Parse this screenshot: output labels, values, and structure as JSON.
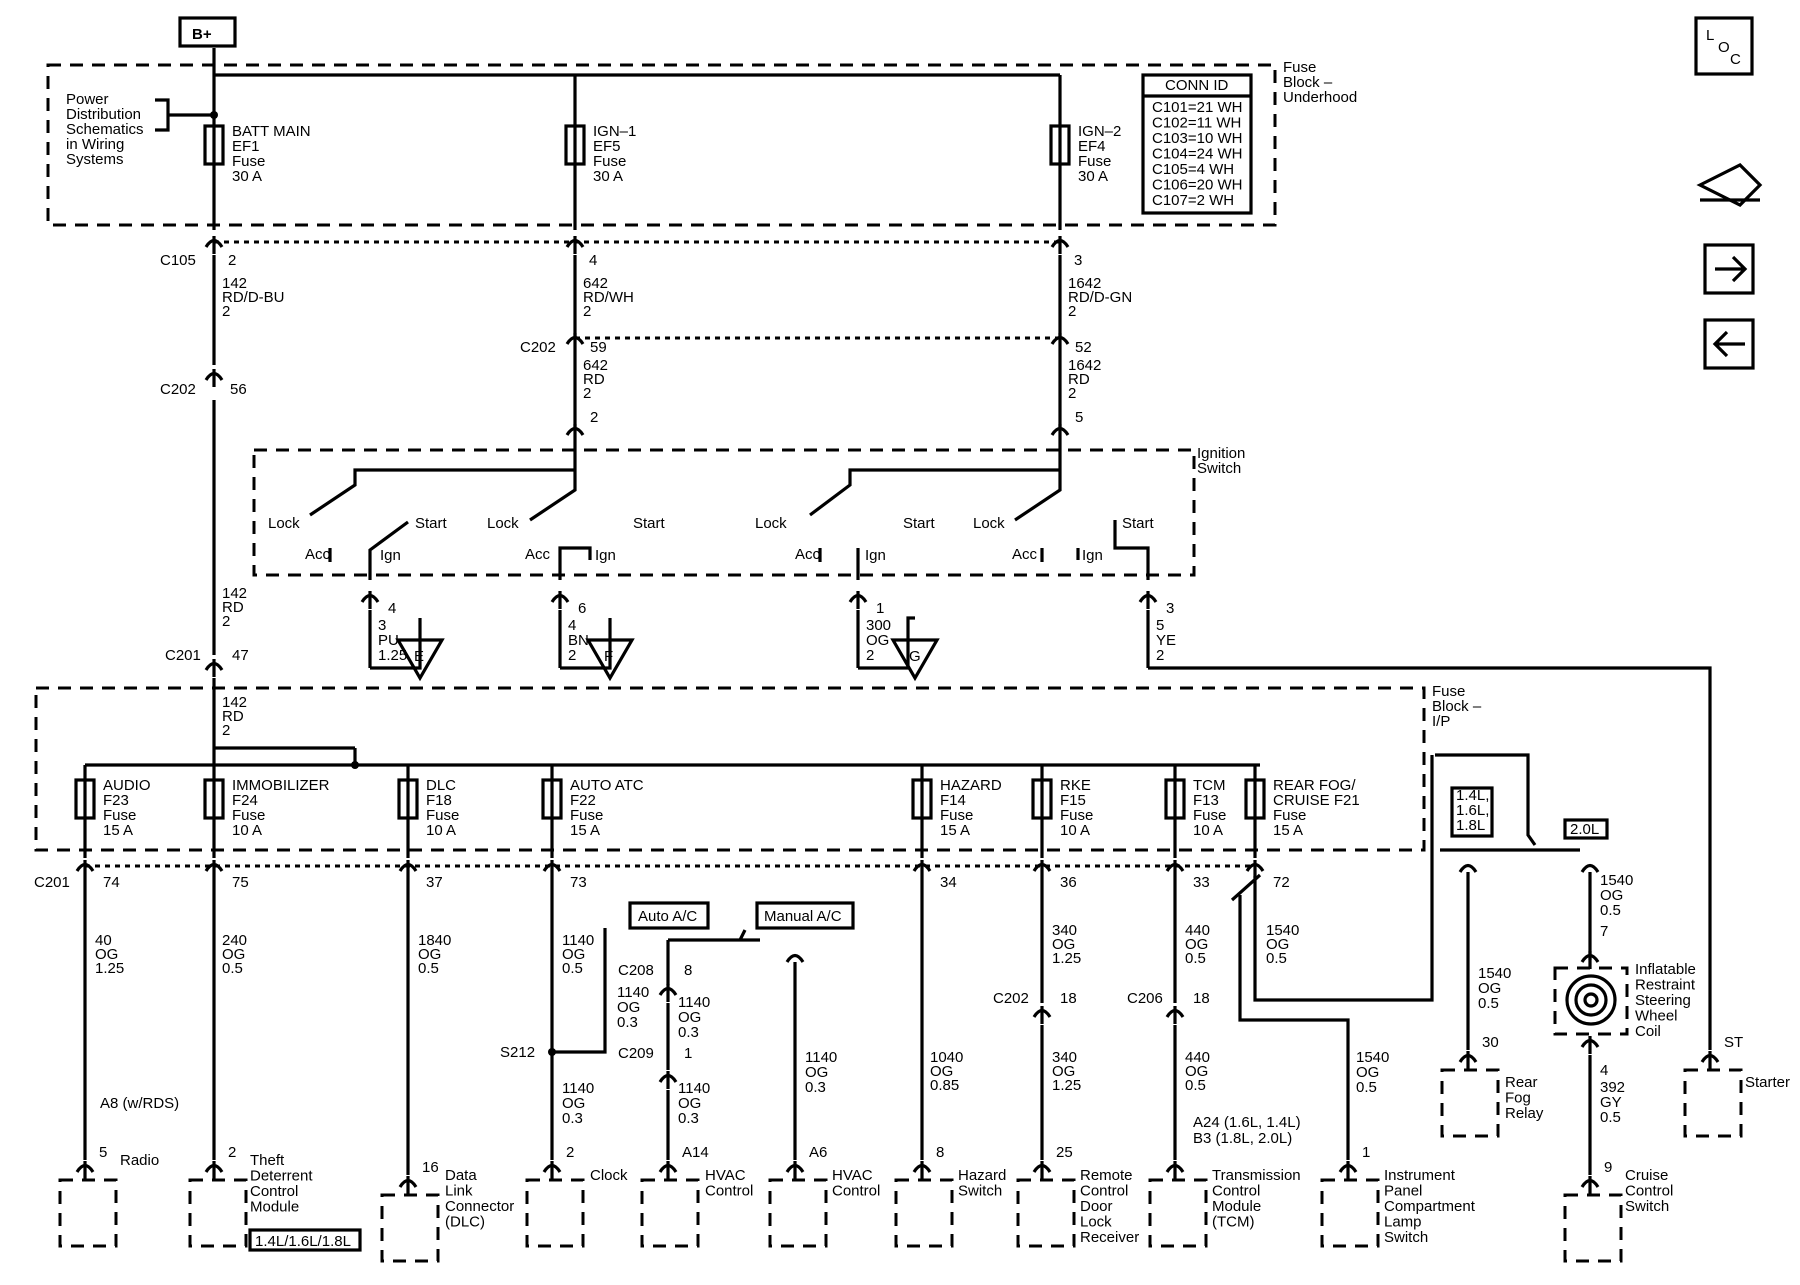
{
  "power_source": "B+",
  "loc_icon": "LOC",
  "nav_icons": [
    "schematic-nav-icon",
    "arrow-right-icon",
    "arrow-left-icon"
  ],
  "fuse_block_underhood": {
    "label": [
      "Fuse",
      "Block –",
      "Underhood"
    ],
    "power_note": [
      "Power",
      "Distribution",
      "Schematics",
      "in Wiring",
      "Systems"
    ],
    "fuses": [
      {
        "name": "BATT MAIN",
        "id": "EF1",
        "type": "Fuse",
        "rating": "30 A"
      },
      {
        "name": "IGN–1",
        "id": "EF5",
        "type": "Fuse",
        "rating": "30 A"
      },
      {
        "name": "IGN–2",
        "id": "EF4",
        "type": "Fuse",
        "rating": "30 A"
      }
    ],
    "conn_id": {
      "title": "CONN ID",
      "rows": [
        "C101=21 WH",
        "C102=11 WH",
        "C103=10 WH",
        "C104=24 WH",
        "C105=4 WH",
        "C106=20 WH",
        "C107=2 WH"
      ]
    }
  },
  "connectors": {
    "c105": {
      "name": "C105",
      "pins": [
        "2",
        "4",
        "3"
      ]
    },
    "c202": {
      "name": "C202",
      "pins": [
        "56",
        "59",
        "52"
      ]
    },
    "c201": {
      "name": "C201",
      "pin": "47"
    },
    "switch_pins": [
      "2",
      "5"
    ]
  },
  "wires_upper": [
    {
      "circuit": "142",
      "color": "RD/D-BU",
      "size": "2"
    },
    {
      "circuit": "642",
      "color": "RD/WH",
      "size": "2"
    },
    {
      "circuit": "1642",
      "color": "RD/D-GN",
      "size": "2"
    },
    {
      "circuit": "642",
      "color": "RD",
      "size": "2"
    },
    {
      "circuit": "1642",
      "color": "RD",
      "size": "2"
    },
    {
      "circuit": "142",
      "color": "RD",
      "size": "2"
    },
    {
      "circuit": "142",
      "color": "RD",
      "size": "2"
    }
  ],
  "ignition_switch": {
    "label": [
      "Ignition",
      "Switch"
    ],
    "positions": [
      "Lock",
      "Acc",
      "Ign",
      "Start"
    ],
    "outputs": [
      {
        "pin": "4",
        "circuit": "3",
        "color": "PU",
        "size": "1.25",
        "ref": "E"
      },
      {
        "pin": "6",
        "circuit": "4",
        "color": "BN",
        "size": "2",
        "ref": "F"
      },
      {
        "pin": "1",
        "circuit": "300",
        "color": "OG",
        "size": "2",
        "ref": "G"
      },
      {
        "pin": "3",
        "circuit": "5",
        "color": "YE",
        "size": "2",
        "ref": ""
      }
    ]
  },
  "fuse_block_ip": {
    "label": [
      "Fuse",
      "Block –",
      "I/P"
    ],
    "fuses": [
      {
        "name": "AUDIO",
        "id": "F23",
        "type": "Fuse",
        "rating": "15 A"
      },
      {
        "name": "IMMOBILIZER",
        "id": "F24",
        "type": "Fuse",
        "rating": "10 A"
      },
      {
        "name": "DLC",
        "id": "F18",
        "type": "Fuse",
        "rating": "10 A"
      },
      {
        "name": "AUTO ATC",
        "id": "F22",
        "type": "Fuse",
        "rating": "15 A"
      },
      {
        "name": "HAZARD",
        "id": "F14",
        "type": "Fuse",
        "rating": "15 A"
      },
      {
        "name": "RKE",
        "id": "F15",
        "type": "Fuse",
        "rating": "10 A"
      },
      {
        "name": "TCM",
        "id": "F13",
        "type": "Fuse",
        "rating": "10 A"
      },
      {
        "name": "REAR FOG/",
        "name2": "CRUISE F21",
        "id": "",
        "type": "Fuse",
        "rating": "15 A"
      }
    ],
    "c201_name": "C201",
    "c201_pins": [
      "74",
      "75",
      "37",
      "73",
      "34",
      "36",
      "33",
      "72"
    ]
  },
  "engine_options": {
    "small": [
      "1.4L,",
      "1.6L,",
      "1.8L"
    ],
    "large": "2.0L"
  },
  "ac_options": [
    "Auto A/C",
    "Manual A/C"
  ],
  "lower_wires": {
    "audio": {
      "circuit": "40",
      "color": "OG",
      "size": "1.25"
    },
    "immo": {
      "circuit": "240",
      "color": "OG",
      "size": "0.5"
    },
    "dlc": {
      "circuit": "1840",
      "color": "OG",
      "size": "0.5"
    },
    "atc": {
      "circuit": "1140",
      "color": "OG",
      "size": "0.5"
    },
    "atc_c208_in": {
      "circuit": "1140",
      "color": "OG",
      "size": "0.3"
    },
    "atc_c208_out": {
      "circuit": "1140",
      "color": "OG",
      "size": "0.3"
    },
    "atc_c209_out": {
      "circuit": "1140",
      "color": "OG",
      "size": "0.3"
    },
    "atc_clock": {
      "circuit": "1140",
      "color": "OG",
      "size": "0.3"
    },
    "atc_manual": {
      "circuit": "1140",
      "color": "OG",
      "size": "0.3"
    },
    "hazard": {
      "circuit": "1040",
      "color": "OG",
      "size": "0.85"
    },
    "rke_top": {
      "circuit": "340",
      "color": "OG",
      "size": "1.25"
    },
    "rke_bot": {
      "circuit": "340",
      "color": "OG",
      "size": "1.25"
    },
    "tcm_top": {
      "circuit": "440",
      "color": "OG",
      "size": "0.5"
    },
    "tcm_bot": {
      "circuit": "440",
      "color": "OG",
      "size": "0.5"
    },
    "fog_top": {
      "circuit": "1540",
      "color": "OG",
      "size": "0.5"
    },
    "fog_ip": {
      "circuit": "1540",
      "color": "OG",
      "size": "0.5"
    },
    "fog_relay": {
      "circuit": "1540",
      "color": "OG",
      "size": "0.5"
    },
    "coil_in": {
      "circuit": "1540",
      "color": "OG",
      "size": "0.5"
    },
    "cruise": {
      "circuit": "392",
      "color": "GY",
      "size": "0.5"
    }
  },
  "lower_connectors": {
    "c208": {
      "name": "C208",
      "pin": "8"
    },
    "c209": {
      "name": "C209",
      "pin": "1"
    },
    "s212": "S212",
    "c202_rke": {
      "name": "C202",
      "pin": "18"
    },
    "c206_tcm": {
      "name": "C206",
      "pin": "18"
    }
  },
  "components": {
    "radio": {
      "pin_label": "A8 (w/RDS)",
      "pin": "5",
      "name": [
        "Radio"
      ]
    },
    "theft": {
      "pin": "2",
      "name": [
        "Theft",
        "Deterrent",
        "Control",
        "Module"
      ],
      "option": "1.4L/1.6L/1.8L"
    },
    "dlc": {
      "pin": "16",
      "name": [
        "Data",
        "Link",
        "Connector",
        "(DLC)"
      ]
    },
    "clock": {
      "pin": "2",
      "name": [
        "Clock"
      ]
    },
    "hvac_auto": {
      "pin": "A14",
      "name": [
        "HVAC",
        "Control"
      ]
    },
    "hvac_manual": {
      "pin": "A6",
      "name": [
        "HVAC",
        "Control"
      ]
    },
    "hazard": {
      "pin": "8",
      "name": [
        "Hazard",
        "Switch"
      ]
    },
    "rke": {
      "pin": "25",
      "name": [
        "Remote",
        "Control",
        "Door",
        "Lock",
        "Receiver"
      ]
    },
    "tcm": {
      "pin": "A24 (1.6L, 1.4L)",
      "pin2": "B3 (1.8L, 2.0L)",
      "name": [
        "Transmission",
        "Control",
        "Module",
        "(TCM)"
      ]
    },
    "ip_lamp": {
      "pin": "1",
      "name": [
        "Instrument",
        "Panel",
        "Compartment",
        "Lamp",
        "Switch"
      ]
    },
    "fog_relay": {
      "pin": "30",
      "name": [
        "Rear",
        "Fog",
        "Relay"
      ]
    },
    "coil": {
      "pin_in": "7",
      "pin_out": "4",
      "name": [
        "Inflatable",
        "Restraint",
        "Steering",
        "Wheel",
        "Coil"
      ]
    },
    "cruise": {
      "pin": "9",
      "name": [
        "Cruise",
        "Control",
        "Switch"
      ]
    },
    "starter": {
      "pin": "ST",
      "name": [
        "Starter"
      ]
    }
  }
}
